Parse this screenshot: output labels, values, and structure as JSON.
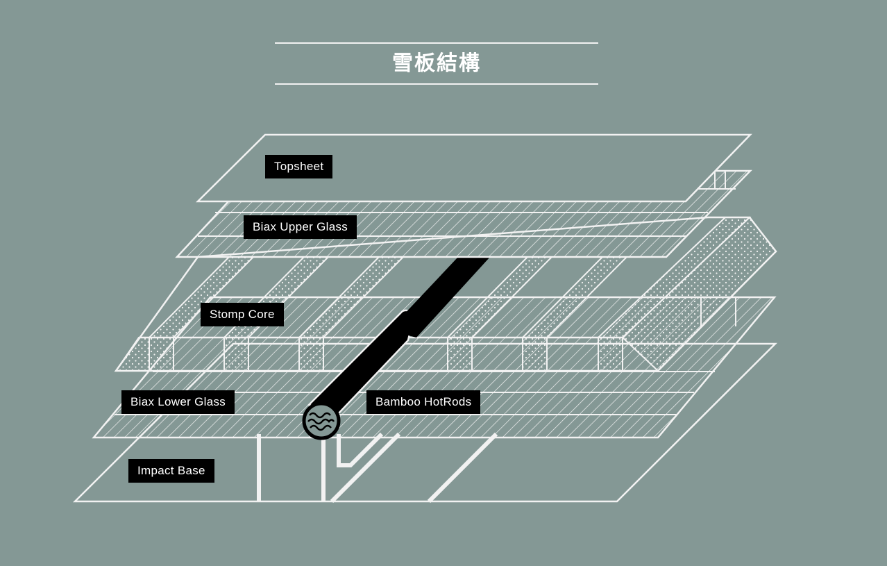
{
  "title": "雪板結構",
  "colors": {
    "background": "#849895",
    "line": "#f2f2f2",
    "label_bg": "#000000",
    "label_text": "#ffffff"
  },
  "layers": [
    {
      "id": "topsheet",
      "label": "Topsheet"
    },
    {
      "id": "biax-upper-glass",
      "label": "Biax Upper Glass"
    },
    {
      "id": "stomp-core",
      "label": "Stomp Core"
    },
    {
      "id": "biax-lower-glass",
      "label": "Biax Lower Glass"
    },
    {
      "id": "bamboo-hotrods",
      "label": "Bamboo HotRods"
    },
    {
      "id": "impact-base",
      "label": "Impact Base"
    }
  ]
}
